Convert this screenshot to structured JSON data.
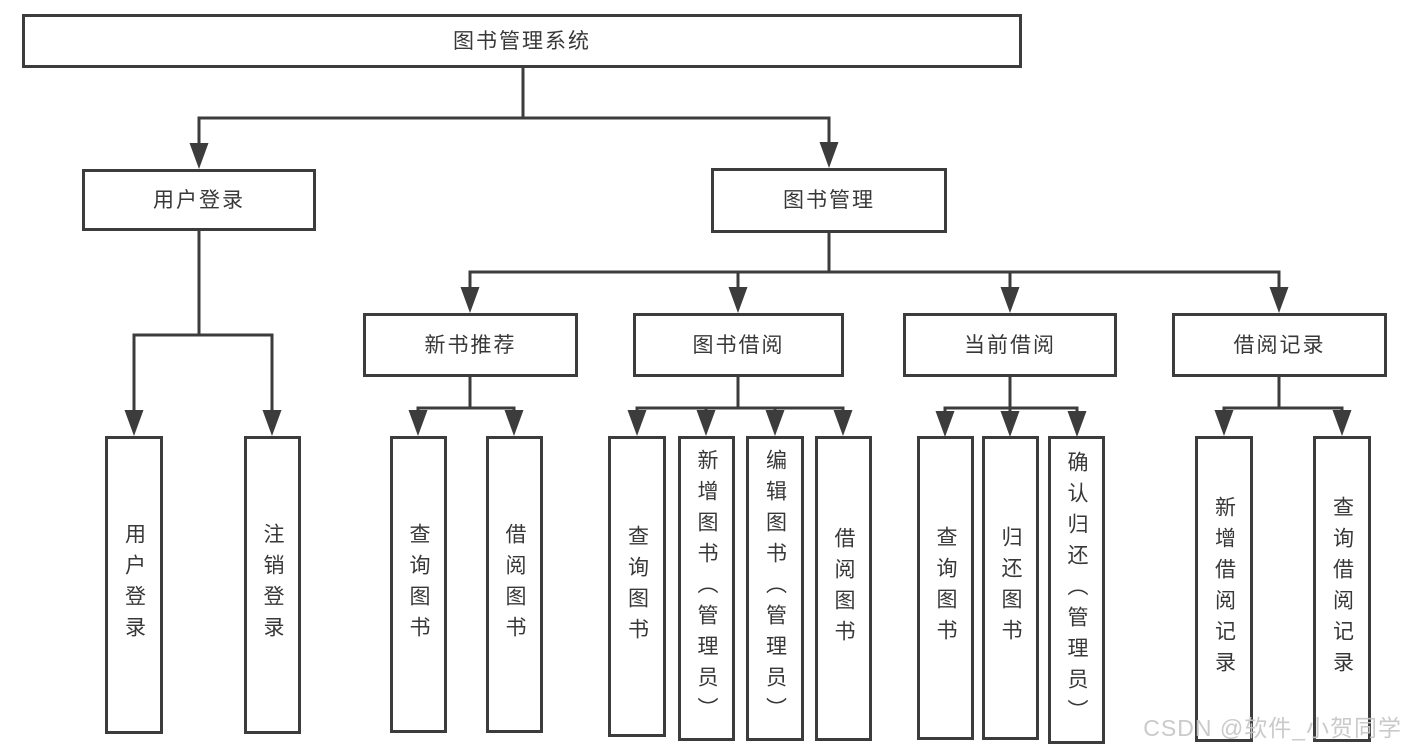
{
  "nodes": {
    "root": "图书管理系统",
    "user_login": "用户登录",
    "book_mgmt": "图书管理",
    "new_book_rec": "新书推荐",
    "book_borrow": "图书借阅",
    "current_borrow": "当前借阅",
    "borrow_records": "借阅记录",
    "leaf_user_login": "用户登录",
    "leaf_logout": "注销登录",
    "leaf_nbr_query_book": "查询图书",
    "leaf_nbr_borrow_book": "借阅图书",
    "leaf_bb_query_book": "查询图书",
    "leaf_bb_add_book": "新增图书（管理员）",
    "leaf_bb_edit_book": "编辑图书（管理员）",
    "leaf_bb_borrow_book": "借阅图书",
    "leaf_cb_query_book": "查询图书",
    "leaf_cb_return_book": "归还图书",
    "leaf_cb_confirm_return": "确认归还（管理员）",
    "leaf_br_add_record": "新增借阅记录",
    "leaf_br_query_record": "查询借阅记录"
  },
  "tree": {
    "label": "图书管理系统",
    "children": [
      {
        "label": "用户登录",
        "children": [
          {
            "label": "用户登录"
          },
          {
            "label": "注销登录"
          }
        ]
      },
      {
        "label": "图书管理",
        "children": [
          {
            "label": "新书推荐",
            "children": [
              {
                "label": "查询图书"
              },
              {
                "label": "借阅图书"
              }
            ]
          },
          {
            "label": "图书借阅",
            "children": [
              {
                "label": "查询图书"
              },
              {
                "label": "新增图书（管理员）"
              },
              {
                "label": "编辑图书（管理员）"
              },
              {
                "label": "借阅图书"
              }
            ]
          },
          {
            "label": "当前借阅",
            "children": [
              {
                "label": "查询图书"
              },
              {
                "label": "归还图书"
              },
              {
                "label": "确认归还（管理员）"
              }
            ]
          },
          {
            "label": "借阅记录",
            "children": [
              {
                "label": "新增借阅记录"
              },
              {
                "label": "查询借阅记录"
              }
            ]
          }
        ]
      }
    ]
  },
  "watermark": "CSDN @软件_小贺同学",
  "colors": {
    "line": "#3c3c3c",
    "box_border": "#3c3c3c",
    "text": "#383838",
    "watermark": "#c6c6c6",
    "background": "#ffffff"
  }
}
